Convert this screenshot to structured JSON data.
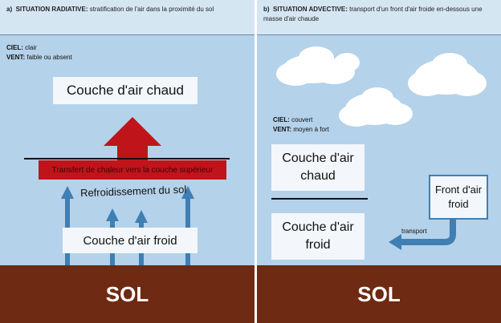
{
  "left_panel": {
    "header_prefix": "a)",
    "header_title": "SITUATION RADIATIVE:",
    "header_text": "stratification de l'air dans la proximité du sol",
    "sky_label": "CIEL:",
    "sky_value": "clair",
    "wind_label": "VENT:",
    "wind_value": "faible ou absent",
    "warm_layer": "Couche d'air chaud",
    "heat_transfer": "Transfert de chaleur vers la couche supérieur",
    "cooling": "Refroidissement du sol",
    "cold_layer": "Couche d'air froid",
    "ground": "SOL"
  },
  "right_panel": {
    "header_prefix": "b)",
    "header_title": "SITUATION ADVECTIVE:",
    "header_text": "transport d'un front d'air froide en-dessous une masse d'air chaude",
    "sky_label": "CIEL:",
    "sky_value": "couvert",
    "wind_label": "VENT:",
    "wind_value": "moyen à fort",
    "warm_layer_line1": "Couche d'air",
    "warm_layer_line2": "chaud",
    "cold_layer_line1": "Couche d'air",
    "cold_layer_line2": "froid",
    "front_line1": "Front d'air",
    "front_line2": "froid",
    "transport": "transport",
    "ground": "SOL"
  },
  "colors": {
    "sky": "#b4d2ea",
    "ground": "#6e2a12",
    "heat_arrow": "#c0141b",
    "cooling_arrow": "#3f7fb3"
  }
}
